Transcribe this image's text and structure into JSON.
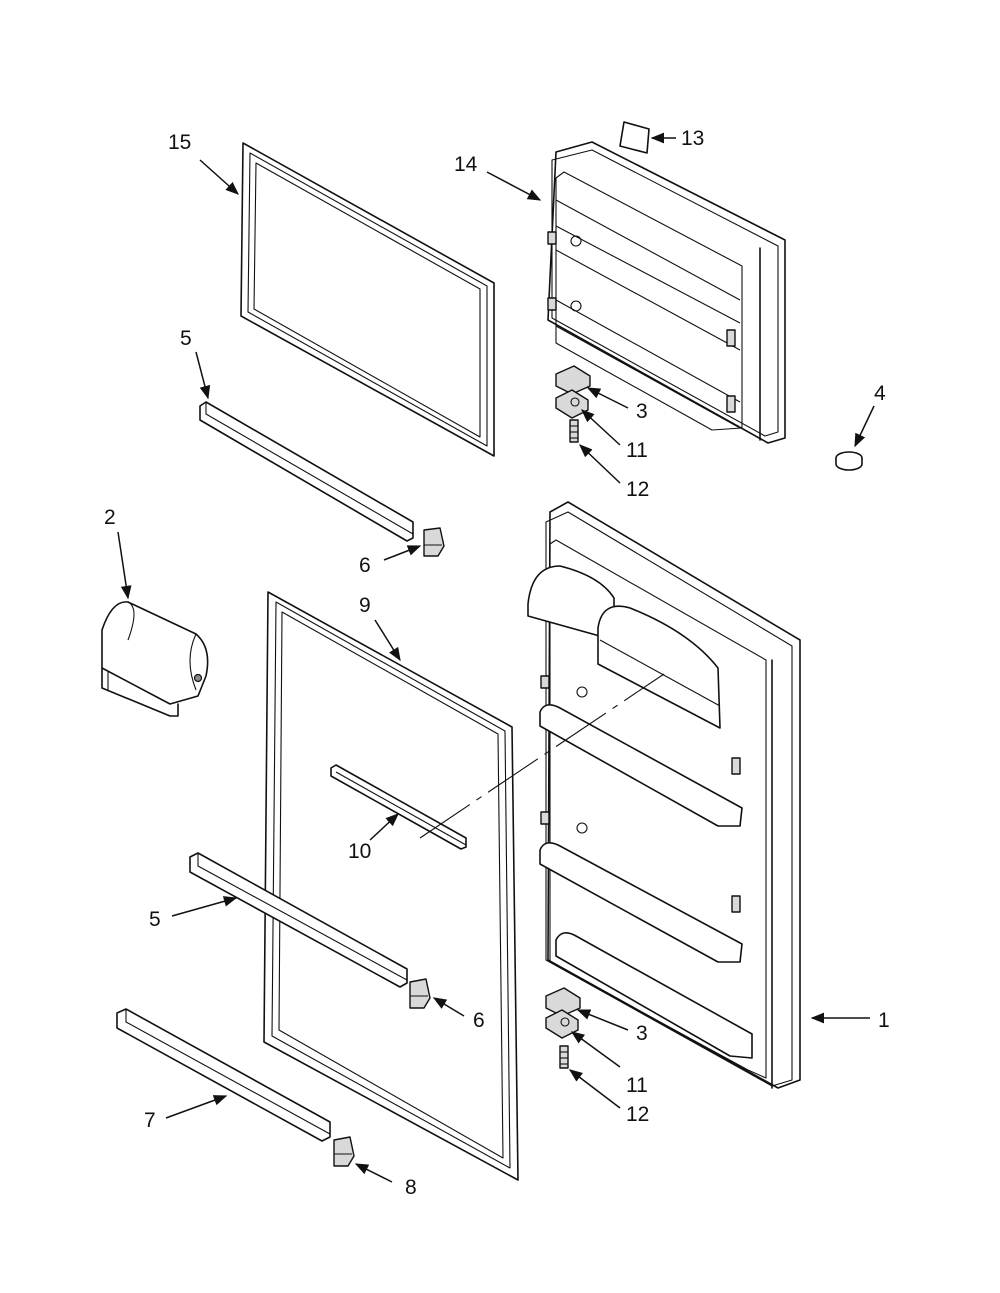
{
  "diagram": {
    "callouts": [
      {
        "id": "c15",
        "label": "15"
      },
      {
        "id": "c14",
        "label": "14"
      },
      {
        "id": "c13",
        "label": "13"
      },
      {
        "id": "c5a",
        "label": "5"
      },
      {
        "id": "c3a",
        "label": "3"
      },
      {
        "id": "c4",
        "label": "4"
      },
      {
        "id": "c11a",
        "label": "11"
      },
      {
        "id": "c12a",
        "label": "12"
      },
      {
        "id": "c2",
        "label": "2"
      },
      {
        "id": "c6a",
        "label": "6"
      },
      {
        "id": "c9",
        "label": "9"
      },
      {
        "id": "c10",
        "label": "10"
      },
      {
        "id": "c5b",
        "label": "5"
      },
      {
        "id": "c6b",
        "label": "6"
      },
      {
        "id": "c1",
        "label": "1"
      },
      {
        "id": "c3b",
        "label": "3"
      },
      {
        "id": "c11b",
        "label": "11"
      },
      {
        "id": "c7",
        "label": "7"
      },
      {
        "id": "c12b",
        "label": "12"
      },
      {
        "id": "c8",
        "label": "8"
      }
    ]
  }
}
